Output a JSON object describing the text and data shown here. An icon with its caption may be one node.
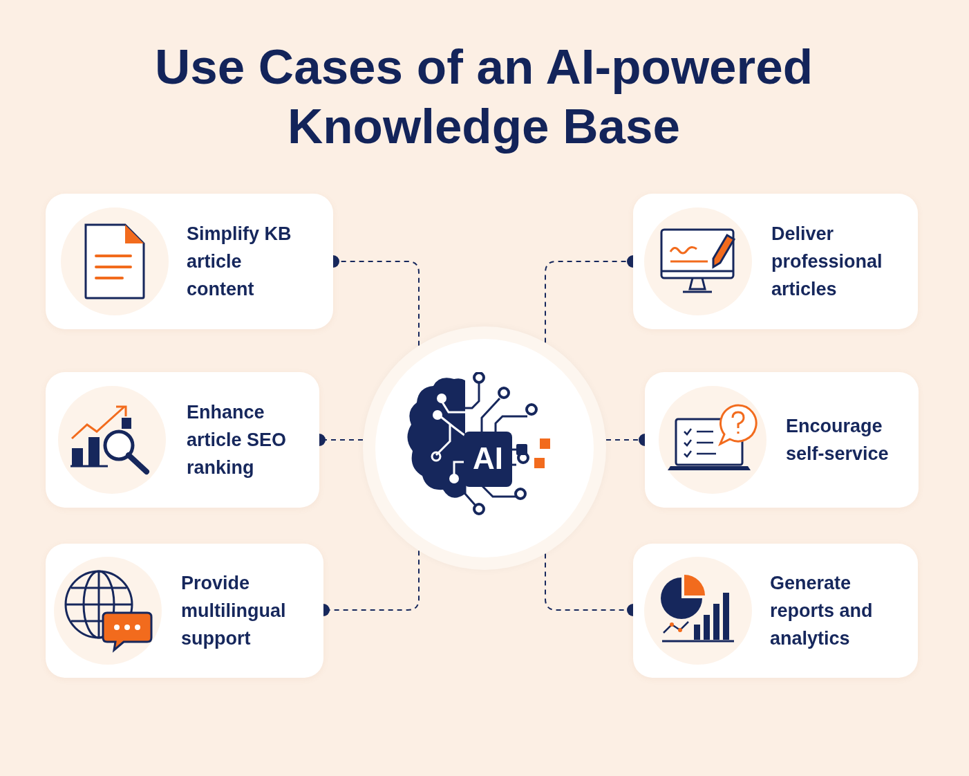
{
  "diagram": {
    "title": "Use Cases of an AI-powered Knowledge Base",
    "nodes": [
      {
        "text": [
          "Simplify KB article content"
        ]
      },
      {
        "text": [
          "Deliver professional articles"
        ]
      },
      {
        "text": [
          "Enhance article SEO ranking"
        ]
      },
      {
        "text": [
          "AI"
        ]
      },
      {
        "text": [
          "Encourage self-service"
        ]
      },
      {
        "text": [
          "Provide multilingual support"
        ]
      },
      {
        "text": [
          "Generate reports and analytics"
        ]
      }
    ],
    "edges": [
      {
        "from": 3,
        "to": 0,
        "arrow": "other",
        "style": "dashed"
      },
      {
        "from": 3,
        "to": 1,
        "arrow": "other",
        "style": "dashed"
      },
      {
        "from": 3,
        "to": 2,
        "arrow": "other",
        "style": "dashed"
      },
      {
        "from": 3,
        "to": 4,
        "arrow": "other",
        "style": "dashed"
      },
      {
        "from": 3,
        "to": 5,
        "arrow": "other",
        "style": "dashed"
      },
      {
        "from": 3,
        "to": 6,
        "arrow": "other",
        "style": "dashed"
      }
    ]
  }
}
